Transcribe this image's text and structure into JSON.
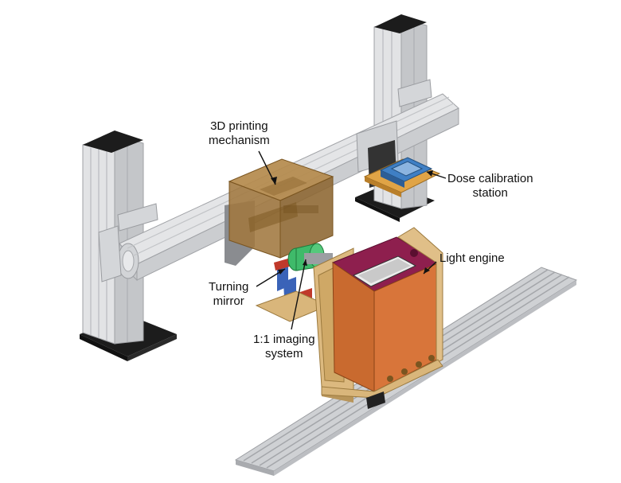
{
  "callouts": {
    "printing_mechanism": {
      "line1": "3D printing",
      "line2": "mechanism"
    },
    "dose_calibration": {
      "line1": "Dose calibration",
      "line2": "station"
    },
    "light_engine": {
      "line1": "Light engine"
    },
    "turning_mirror": {
      "line1": "Turning",
      "line2": "mirror"
    },
    "imaging_system": {
      "line1": "1:1 imaging",
      "line2": "system"
    }
  },
  "colors": {
    "aluminum": "#d9dadc",
    "aluminum_shade": "#b9bbbf",
    "base_plate": "#1c1c1c",
    "printing_box": "#a0773f",
    "calibration_plate": "#e0a446",
    "calibration_stage": "#3f7fc4",
    "light_engine_body": "#d8753a",
    "light_engine_top": "#8e1f4e",
    "frame_wood": "#d9b67b",
    "lens_green": "#3fba6a",
    "mirror_blue": "#3a63b8",
    "mirror_red": "#c0392b"
  }
}
